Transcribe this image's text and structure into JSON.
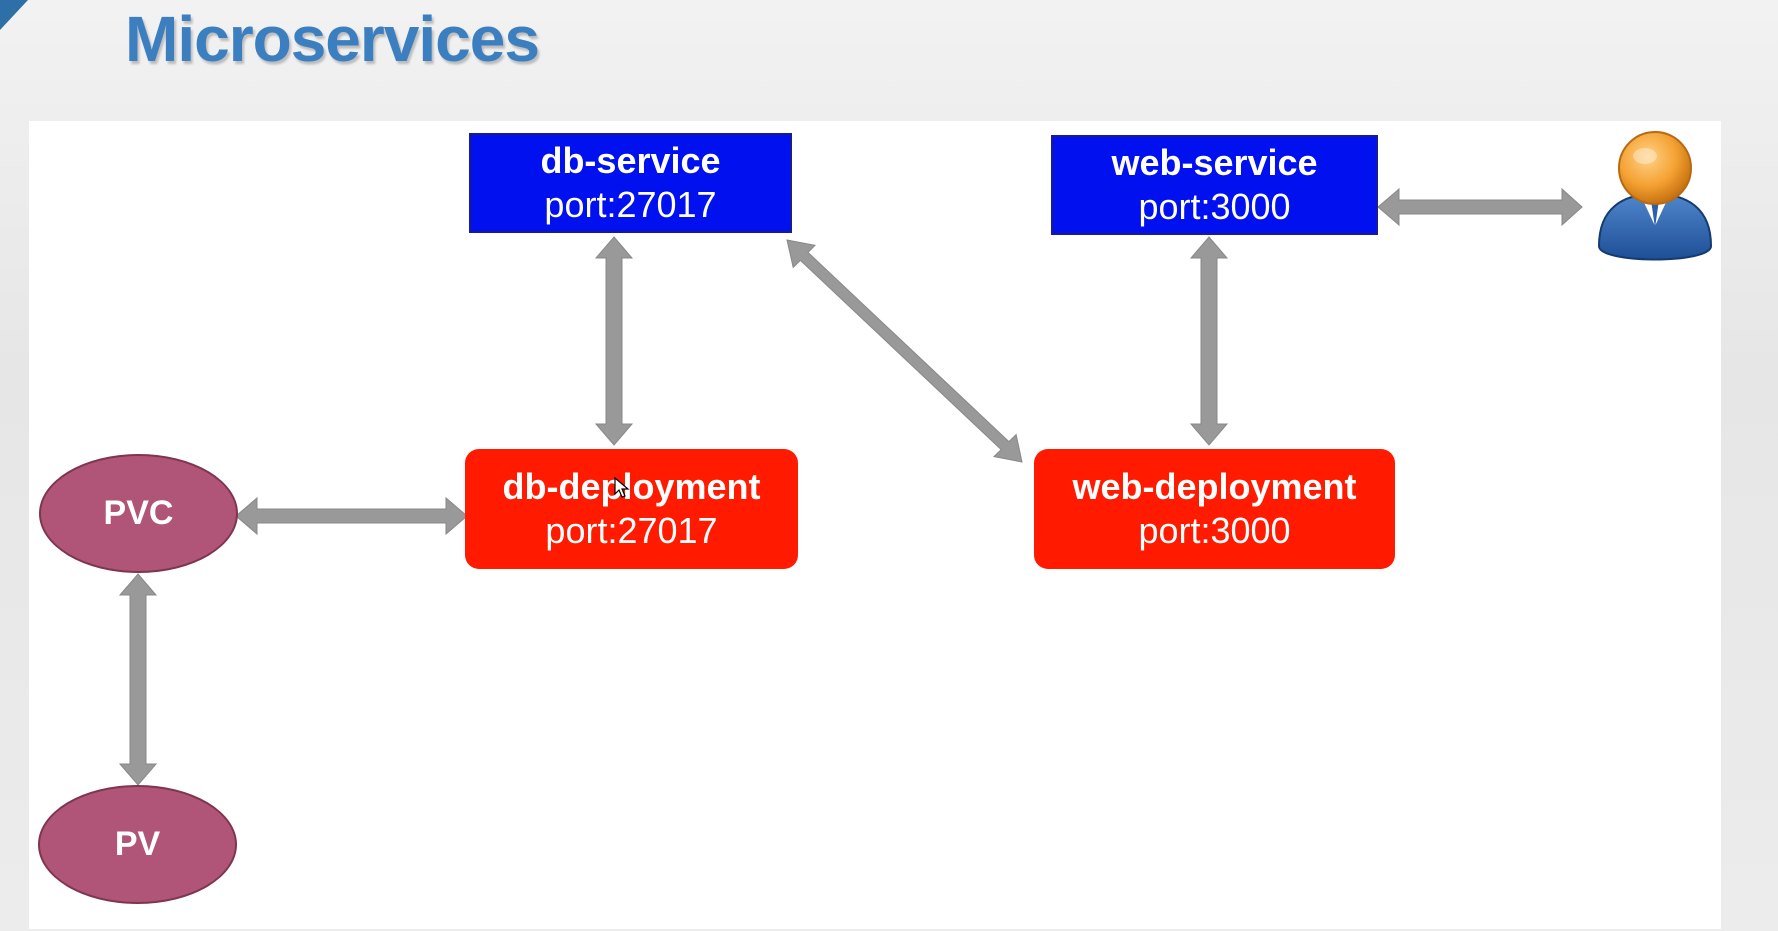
{
  "slide": {
    "title": "Microservices"
  },
  "nodes": {
    "db_service": {
      "name": "db-service",
      "port": "port:27017"
    },
    "web_service": {
      "name": "web-service",
      "port": "port:3000"
    },
    "db_deployment": {
      "name": "db-deployment",
      "port": "port:27017"
    },
    "web_deployment": {
      "name": "web-deployment",
      "port": "port:3000"
    },
    "pvc": {
      "label": "PVC"
    },
    "pv": {
      "label": "PV"
    }
  },
  "icons": {
    "user": "user-icon",
    "cursor": "mouse-cursor-icon"
  },
  "colors": {
    "title": "#3b7fc0",
    "service": "#0010ee",
    "deployment": "#ff1a00",
    "volume": "#b05577",
    "arrow": "#999999"
  }
}
